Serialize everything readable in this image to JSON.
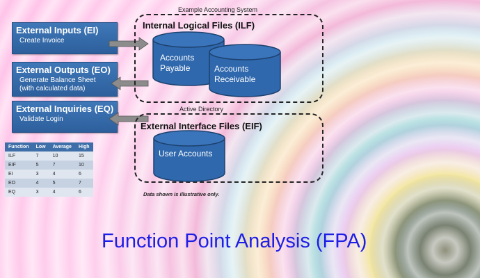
{
  "inputs_box": {
    "title": "External Inputs (EI)",
    "subtitle": "Create Invoice"
  },
  "outputs_box": {
    "title": "External Outputs (EO)",
    "line1": "Generate Balance Sheet",
    "line2": "(with calculated data)"
  },
  "inquiries_box": {
    "title": "External Inquiries (EQ)",
    "subtitle": "Validate Login"
  },
  "accounting_system": {
    "label": "Example Accounting System",
    "title": "Internal Logical Files (ILF)",
    "files": [
      {
        "line1": "Accounts",
        "line2": "Payable"
      },
      {
        "line1": "Accounts",
        "line2": "Receivable"
      }
    ]
  },
  "active_directory": {
    "label": "Active Directory",
    "title": "External Interface Files (EIF)",
    "file": "User Accounts"
  },
  "table": {
    "headers": [
      "Function",
      "Low",
      "Average",
      "High"
    ],
    "rows": [
      [
        "ILF",
        "7",
        "10",
        "15"
      ],
      [
        "EIF",
        "5",
        "7",
        "10"
      ],
      [
        "EI",
        "3",
        "4",
        "6"
      ],
      [
        "EO",
        "4",
        "5",
        "7"
      ],
      [
        "EQ",
        "3",
        "4",
        "6"
      ]
    ]
  },
  "note": "Data shown is illustrative only.",
  "page_title": "Function Point Analysis (FPA)",
  "colors": {
    "box_blue": "#3f78b8",
    "title_blue": "#1e1ee6",
    "arrow_gray": "#8a8a8a"
  }
}
